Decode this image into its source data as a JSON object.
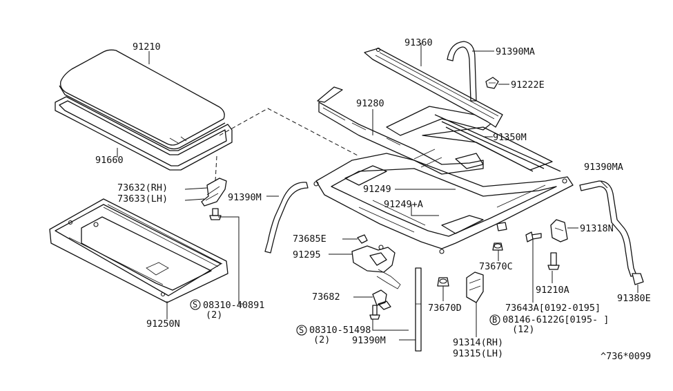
{
  "labels": {
    "p91210": "91210",
    "p91660": "91660",
    "p73632": "73632(RH)",
    "p73633": "73633(LH)",
    "p91390m_left": "91390M",
    "p91250n": "91250N",
    "p08310_40891": "08310-40891",
    "p08310_40891_qty": "(2)",
    "p91360": "91360",
    "p91390ma_top": "91390MA",
    "p91222e": "91222E",
    "p91280": "91280",
    "p91350m": "91350M",
    "p91249": "91249",
    "p91249a": "91249+A",
    "p91390ma_right": "91390MA",
    "p91318n": "91318N",
    "p73685e": "73685E",
    "p91295": "91295",
    "p73670c": "73670C",
    "p91210a": "91210A",
    "p91380e": "91380E",
    "p73682": "73682",
    "p73670d": "73670D",
    "p73643a": "73643A[0192-0195]",
    "p08146": "08146-6122G[0195-     ]",
    "p08146_qty": "(12)",
    "p08310_51498": "08310-51498",
    "p08310_51498_qty": "(2)",
    "p91390m_bottom": "91390M",
    "p91314": "91314(RH)",
    "p91315": "91315(LH)",
    "ref_code": "^736*0099"
  },
  "circle_symbols": {
    "screw_s": "S",
    "bolt_b": "B"
  }
}
